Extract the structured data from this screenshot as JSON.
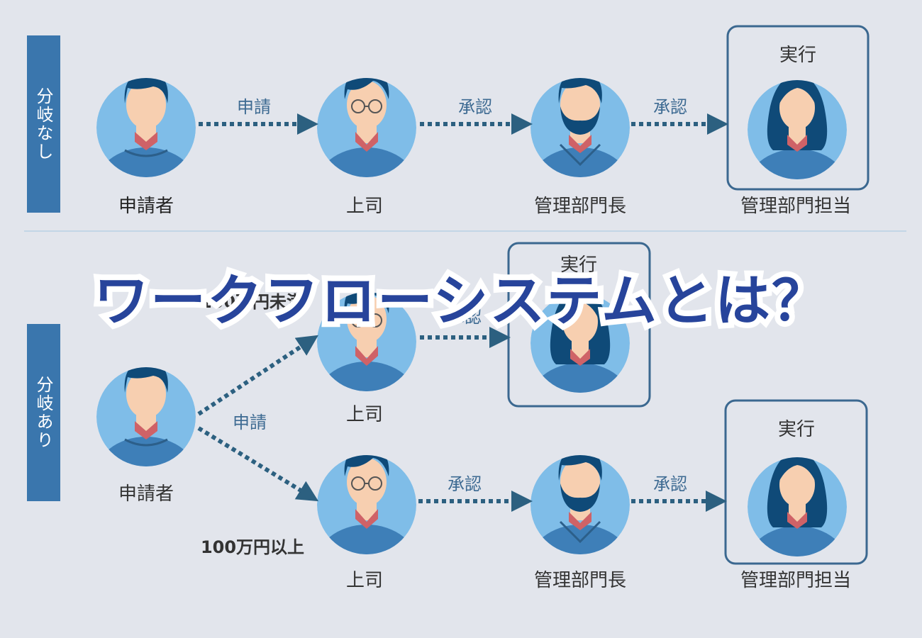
{
  "title": "ワークフローシステムとは？",
  "section_no_branch": {
    "label": "分岐なし",
    "roles": [
      "申請者",
      "上司",
      "管理部門長",
      "管理部門担当"
    ],
    "edges": [
      "申請",
      "承認",
      "承認"
    ],
    "execute_label": "実行"
  },
  "section_branch": {
    "label": "分岐あり",
    "applicant": "申請者",
    "apply_edge": "申請",
    "upper": {
      "condition": "100万円未満",
      "boss": "上司",
      "edge": "承認",
      "execute_label": "実行"
    },
    "lower": {
      "condition": "100万円以上",
      "boss": "上司",
      "edge1": "承認",
      "manager": "管理部門長",
      "edge2": "承認",
      "staff": "管理部門担当",
      "execute_label": "実行"
    }
  },
  "colors": {
    "background": "#e2e5ec",
    "label_bar": "#3a76ad",
    "circle": "#7fbde8",
    "shirt": "#3e7fb8",
    "skin": "#f7cfb0",
    "hair": "#0f4a78",
    "neck": "#cf6267",
    "arrow": "#2c6080",
    "edge_text": "#3d6a92",
    "box_border": "#3b6890",
    "title": "#27449b"
  }
}
